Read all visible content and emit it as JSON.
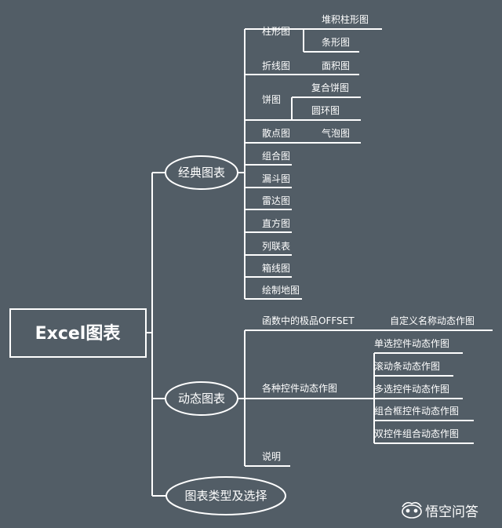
{
  "root": {
    "label": "Excel图表"
  },
  "branches": {
    "classic": {
      "label": "经典图表",
      "items": {
        "bar": {
          "label": "柱形图",
          "children": [
            "堆积柱形图",
            "条形图"
          ]
        },
        "line": {
          "label": "折线图",
          "children": [
            "面积图"
          ]
        },
        "pie": {
          "label": "饼图",
          "children": [
            "复合饼图",
            "圆环图"
          ]
        },
        "scatter": {
          "label": "散点图",
          "children": [
            "气泡图"
          ]
        },
        "combo": {
          "label": "组合图"
        },
        "funnel": {
          "label": "漏斗图"
        },
        "radar": {
          "label": "雷达图"
        },
        "histogram": {
          "label": "直方图"
        },
        "related": {
          "label": "列联表"
        },
        "box": {
          "label": "箱线图"
        },
        "map": {
          "label": "绘制地图"
        }
      }
    },
    "dynamic": {
      "label": "动态图表",
      "items": {
        "offset": {
          "label": "函数中的极品OFFSET",
          "children": [
            "自定义名称动态作图"
          ]
        },
        "controls": {
          "label": "各种控件动态作图",
          "children": [
            "单选控件动态作图",
            "滚动条动态作图",
            "多选控件动态作图",
            "组合框控件动态作图",
            "双控件组合动态作图"
          ]
        },
        "note": {
          "label": "说明"
        }
      }
    },
    "types": {
      "label": "图表类型及选择"
    }
  },
  "watermark": {
    "text": "悟空问答"
  },
  "colors": {
    "background": "#525d66",
    "line": "#ffffff",
    "text": "#ffffff"
  }
}
